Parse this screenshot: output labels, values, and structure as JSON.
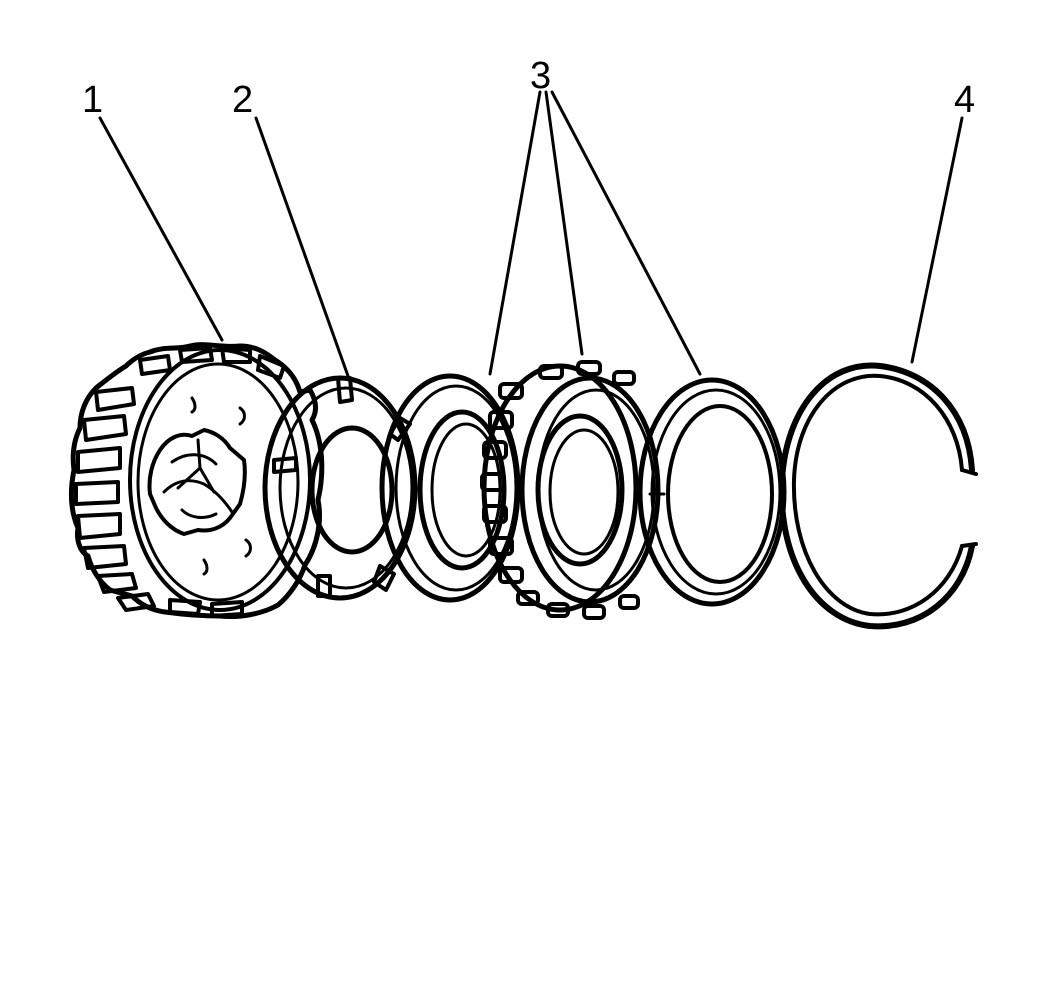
{
  "diagram": {
    "callouts": [
      {
        "id": "1",
        "label": "1"
      },
      {
        "id": "2",
        "label": "2"
      },
      {
        "id": "3",
        "label": "3"
      },
      {
        "id": "4",
        "label": "4"
      }
    ],
    "parts": [
      {
        "callout": "1",
        "shape": "splined-hub-icon"
      },
      {
        "callout": "2",
        "shape": "tabbed-washer-icon"
      },
      {
        "callout": "3",
        "shape": "bearing-cup-icon"
      },
      {
        "callout": "3",
        "shape": "tapered-roller-bearing-icon"
      },
      {
        "callout": "3",
        "shape": "bearing-race-icon"
      },
      {
        "callout": "4",
        "shape": "snap-ring-icon"
      }
    ],
    "colors": {
      "ink": "#000000",
      "background": "#ffffff"
    }
  }
}
